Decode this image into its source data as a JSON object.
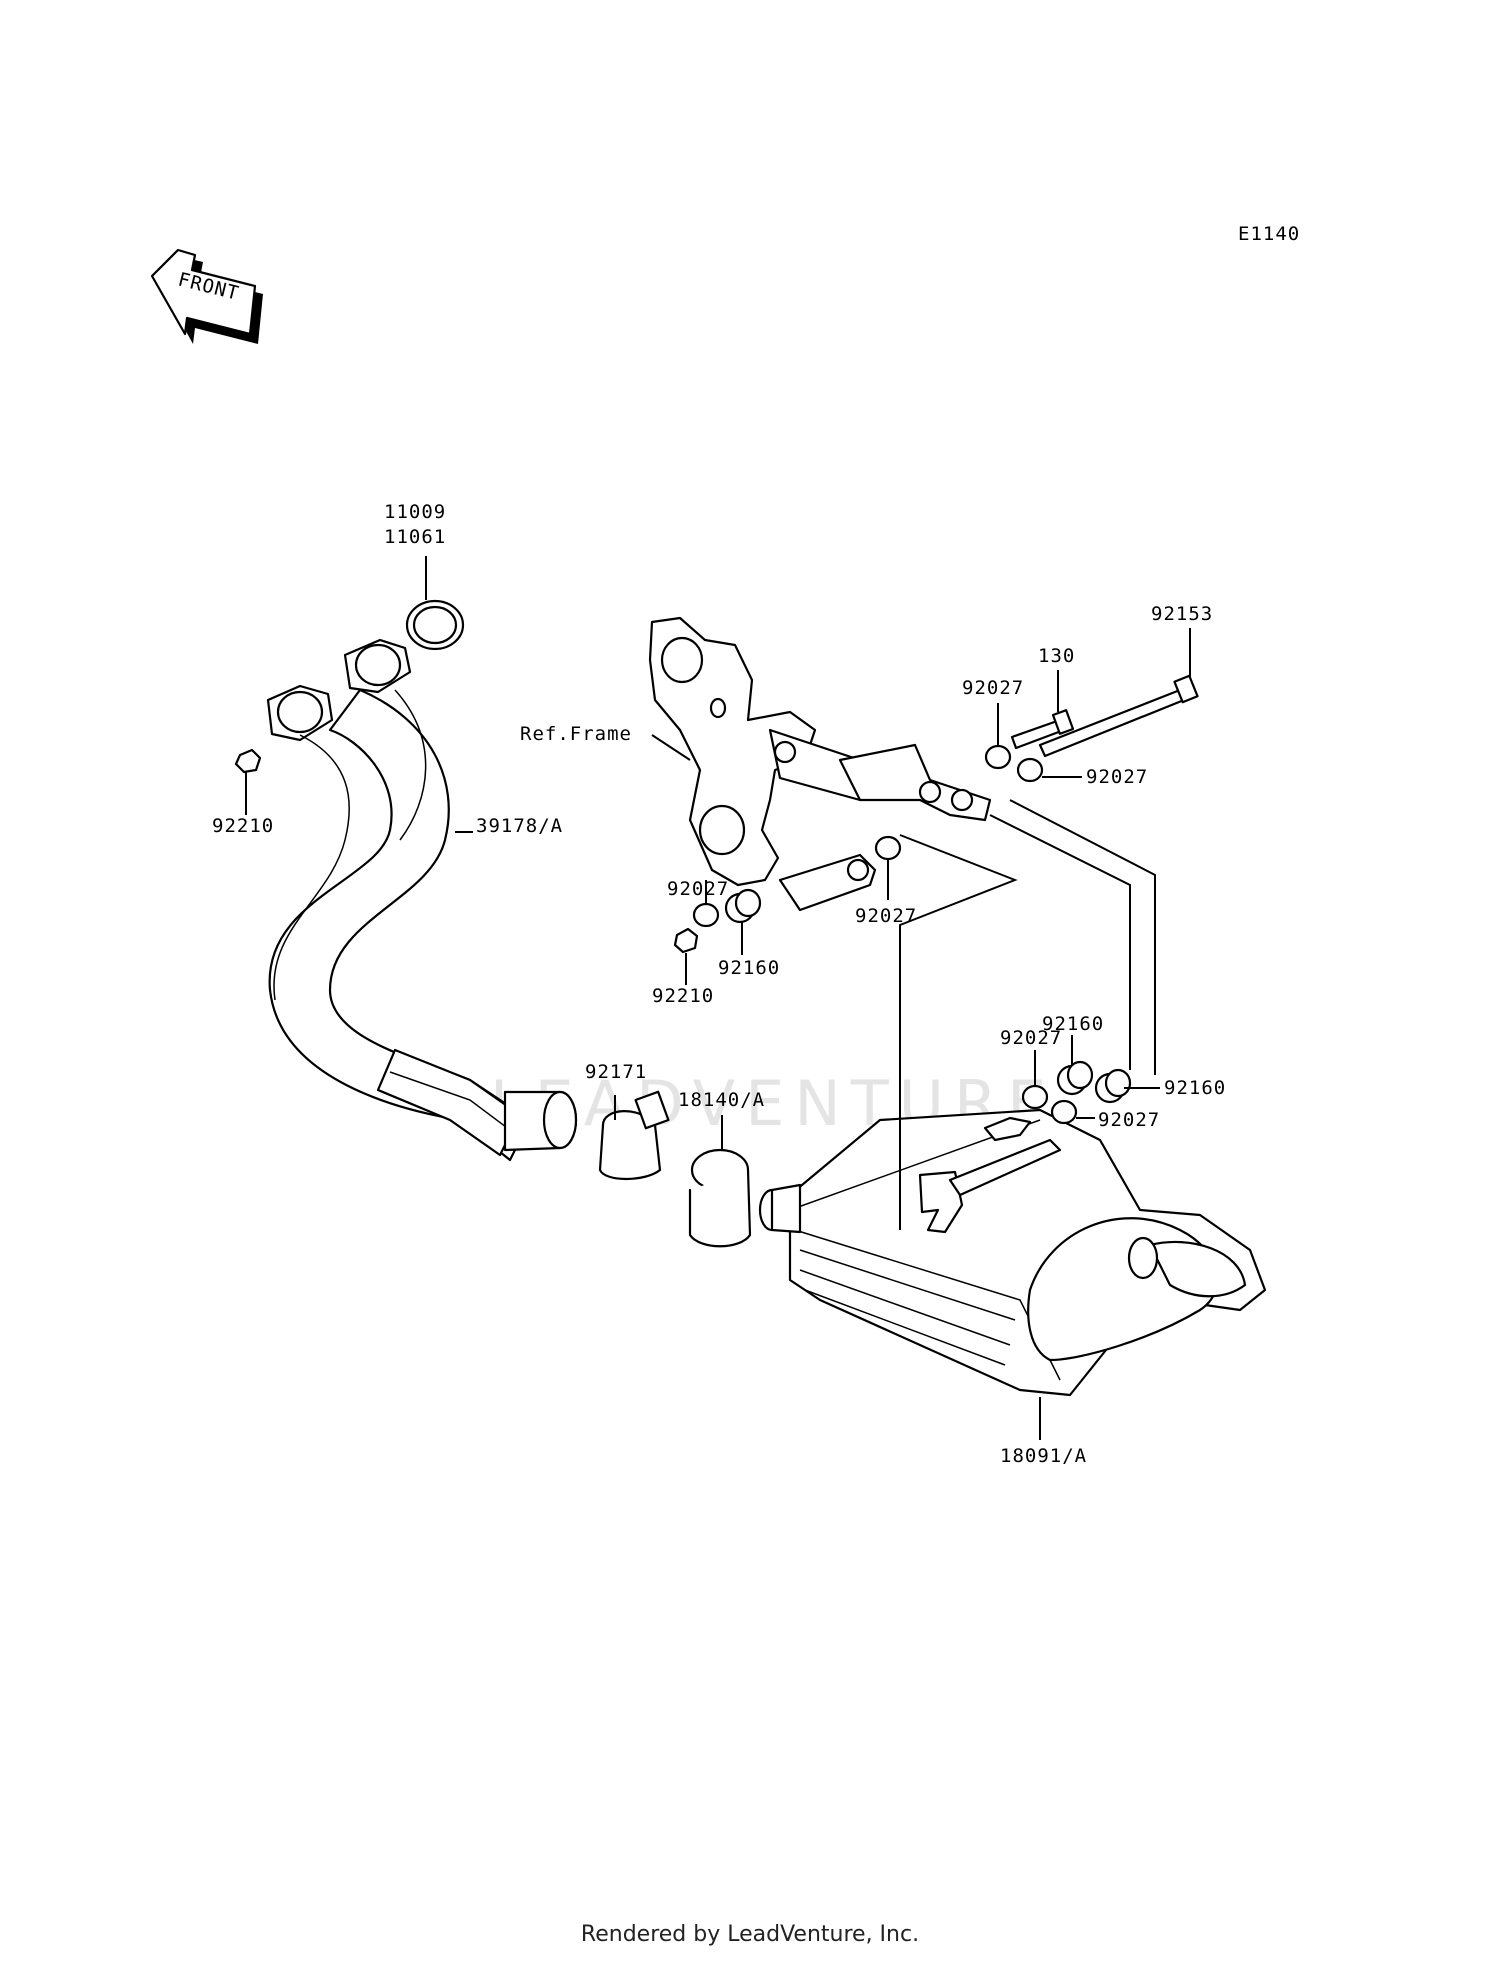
{
  "diagram_code": "E1140",
  "front_arrow_label": "FRONT",
  "watermark": "LEADVENTURE",
  "reference_label": "Ref.Frame",
  "callouts": {
    "gasket_a": "11009",
    "gasket_b": "11061",
    "nut_left": "92210",
    "exhaust_pipe": "39178/A",
    "bolt_long": "92153",
    "bolt_short": "130",
    "collar_top_left": "92027",
    "collar_top_right": "92027",
    "collar_mid_left": "92027",
    "collar_mid_right": "92027",
    "damper_mid": "92160",
    "nut_mid": "92210",
    "clamp": "92171",
    "gasket_muffler": "18140/A",
    "damper_right_a": "92160",
    "collar_right_a": "92027",
    "damper_right_b": "92160",
    "collar_right_b": "92027",
    "muffler": "18091/A"
  },
  "footer": "Rendered by LeadVenture, Inc."
}
